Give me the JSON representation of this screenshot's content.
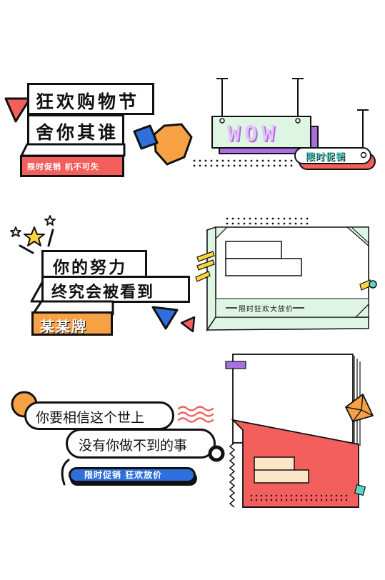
{
  "colors": {
    "red": "#f25f5c",
    "blue": "#2f6fdb",
    "orange": "#f7a145",
    "yellow": "#ffd43b",
    "mint": "#dff5e3",
    "purple": "#a96fe0",
    "ink": "#111111"
  },
  "block1": {
    "line1": "狂欢购物节",
    "line2": "舍你其谁",
    "banner": "限时促销  机不可失"
  },
  "sign": {
    "wow": "WOW",
    "tag": "限时促销"
  },
  "block2": {
    "line1": "你的努力",
    "line2": "终究会被看到",
    "brand": "某某牌"
  },
  "frame2": {
    "caption": "限时狂欢大放价"
  },
  "block3": {
    "line1": "你要相信这个世上",
    "line2": "没有你做不到的事",
    "banner": "限时促销  狂欢放价"
  }
}
